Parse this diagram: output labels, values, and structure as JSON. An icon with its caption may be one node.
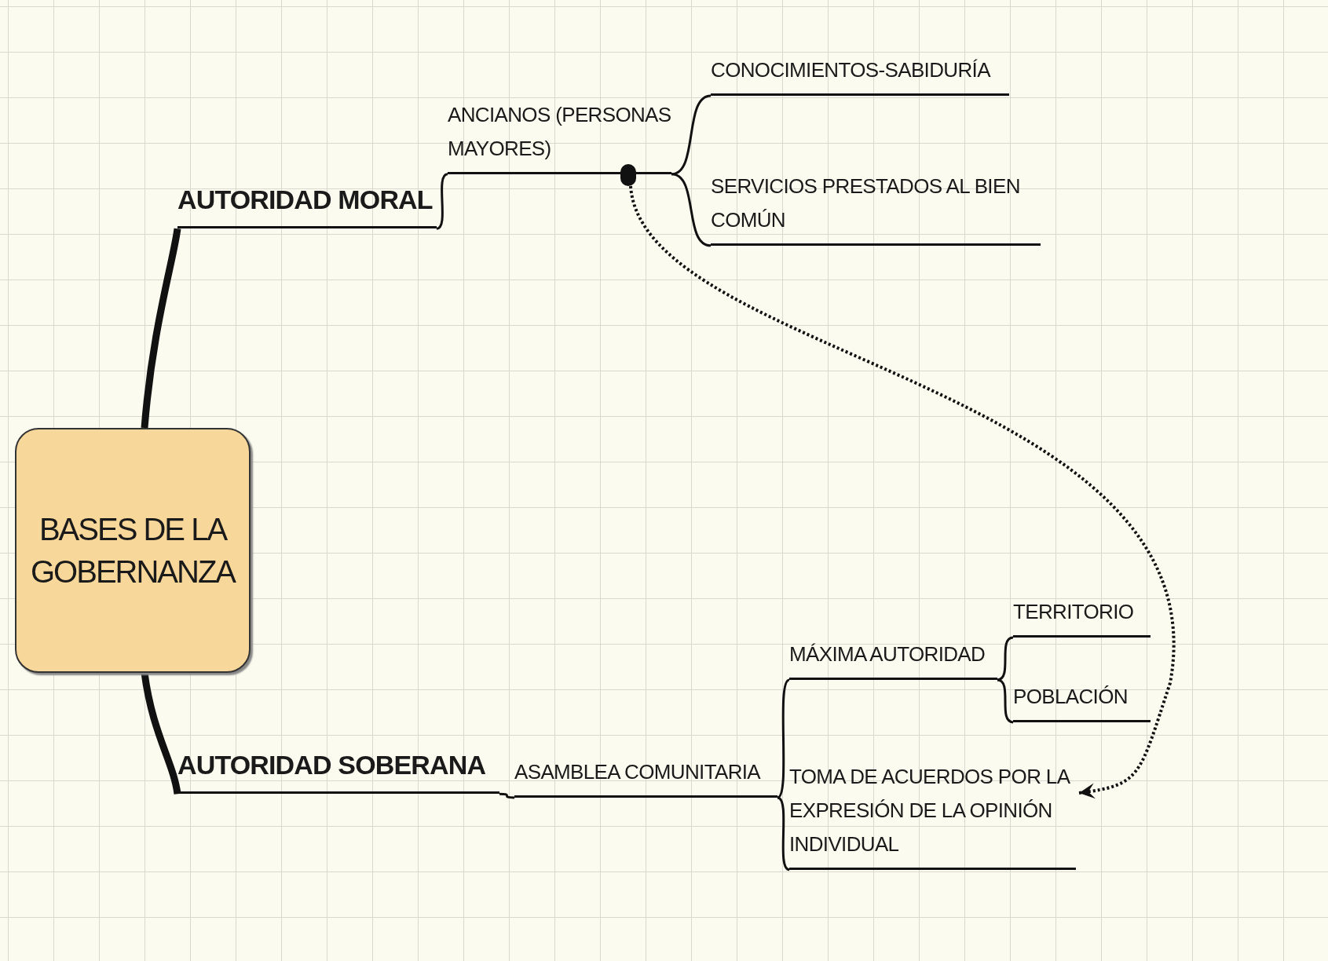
{
  "diagram": {
    "nodes": [
      {
        "text": [
          "BASES DE LA GOBERNANZA"
        ]
      },
      {
        "text": [
          "AUTORIDAD MORAL"
        ]
      },
      {
        "text": [
          "ANCIANOS (PERSONAS MAYORES)"
        ]
      },
      {
        "text": [
          "CONOCIMIENTOS-SABIDURÍA"
        ]
      },
      {
        "text": [
          "SERVICIOS PRESTADOS AL BIEN COMÚN"
        ]
      },
      {
        "text": [
          "AUTORIDAD SOBERANA"
        ]
      },
      {
        "text": [
          "ASAMBLEA COMUNITARIA"
        ]
      },
      {
        "text": [
          "MÁXIMA AUTORIDAD"
        ]
      },
      {
        "text": [
          "TERRITORIO"
        ]
      },
      {
        "text": [
          "POBLACIÓN"
        ]
      },
      {
        "text": [
          "TOMA DE ACUERDOS POR LA EXPRESIÓN DE LA OPINIÓN INDIVIDUAL"
        ]
      },
      {
        "text": [],
        "shape": "circle"
      }
    ],
    "edges": [
      {
        "from": 0,
        "to": 1,
        "arrow": "none",
        "style": "thick"
      },
      {
        "from": 1,
        "to": 2,
        "arrow": "none"
      },
      {
        "from": 2,
        "to": 3,
        "arrow": "none"
      },
      {
        "from": 2,
        "to": 4,
        "arrow": "none"
      },
      {
        "from": 0,
        "to": 5,
        "arrow": "none",
        "style": "thick"
      },
      {
        "from": 5,
        "to": 6,
        "arrow": "none"
      },
      {
        "from": 6,
        "to": 7,
        "arrow": "none"
      },
      {
        "from": 7,
        "to": 8,
        "arrow": "none"
      },
      {
        "from": 7,
        "to": 9,
        "arrow": "none"
      },
      {
        "from": 6,
        "to": 10,
        "arrow": "none"
      },
      {
        "from": 11,
        "to": 10,
        "arrow": "to",
        "style": "dashed"
      }
    ]
  }
}
